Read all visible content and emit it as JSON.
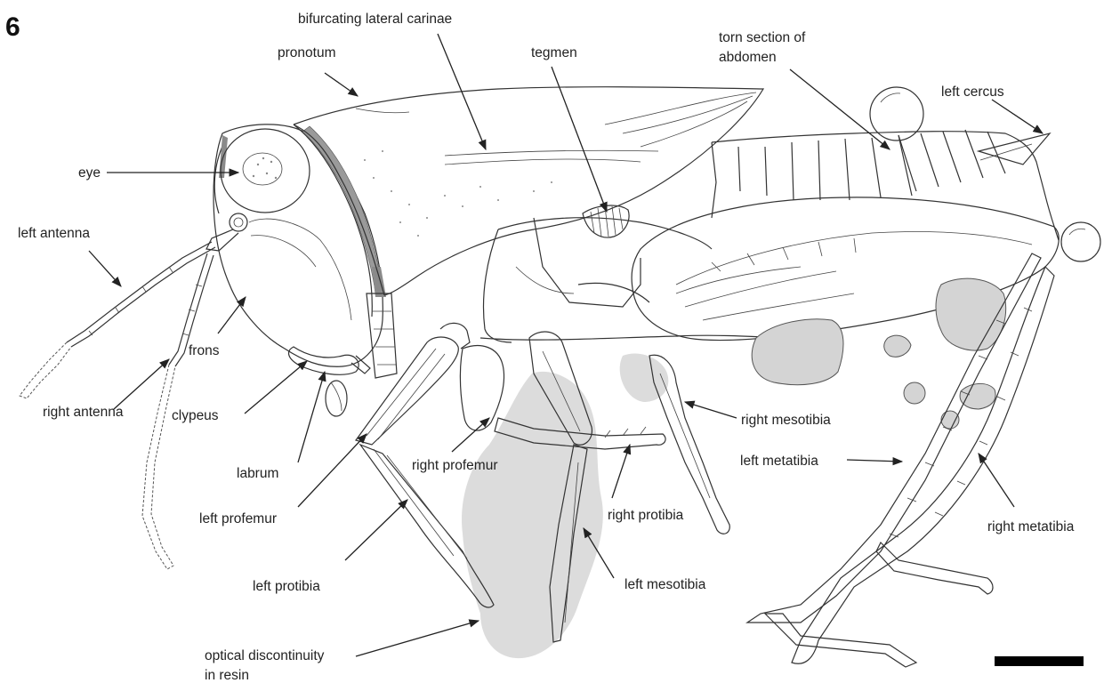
{
  "figure_number": "6",
  "labels": {
    "eye": "eye",
    "left_antenna": "left antenna",
    "right_antenna": "right antenna",
    "pronotum": "pronotum",
    "bifurcating_lateral_carinae": "bifurcating lateral carinae",
    "tegmen": "tegmen",
    "torn_section_line1": "torn section of",
    "torn_section_line2": "abdomen",
    "left_cercus": "left cercus",
    "frons": "frons",
    "clypeus": "clypeus",
    "labrum": "labrum",
    "right_profemur": "right profemur",
    "left_profemur": "left profemur",
    "left_protibia": "left protibia",
    "right_protibia": "right protibia",
    "right_mesotibia": "right mesotibia",
    "left_mesotibia": "left mesotibia",
    "left_metatibia": "left metatibia",
    "right_metatibia": "right metatibia",
    "optical_line1": "optical discontinuity",
    "optical_line2": "in resin"
  },
  "colors": {
    "line": "#333333",
    "resin_shadow": "#dcdcdc",
    "droplet_fill": "#d4d4d4",
    "scale_bar": "#000000"
  }
}
